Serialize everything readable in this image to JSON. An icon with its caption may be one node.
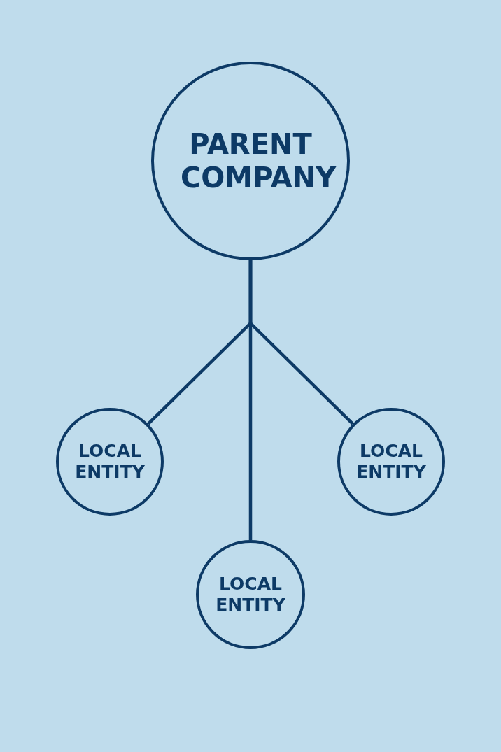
{
  "diagram": {
    "nodes": [
      {
        "text": [
          "PARENT COMPANY"
        ]
      },
      {
        "text": [
          "LOCAL ENTITY"
        ]
      },
      {
        "text": [
          "LOCAL ENTITY"
        ]
      },
      {
        "text": [
          "LOCAL ENTITY"
        ]
      }
    ],
    "edges": [
      {
        "from": 0,
        "to": 1,
        "arrow": "none"
      },
      {
        "from": 0,
        "to": 2,
        "arrow": "none"
      },
      {
        "from": 0,
        "to": 3,
        "arrow": "none"
      }
    ]
  }
}
